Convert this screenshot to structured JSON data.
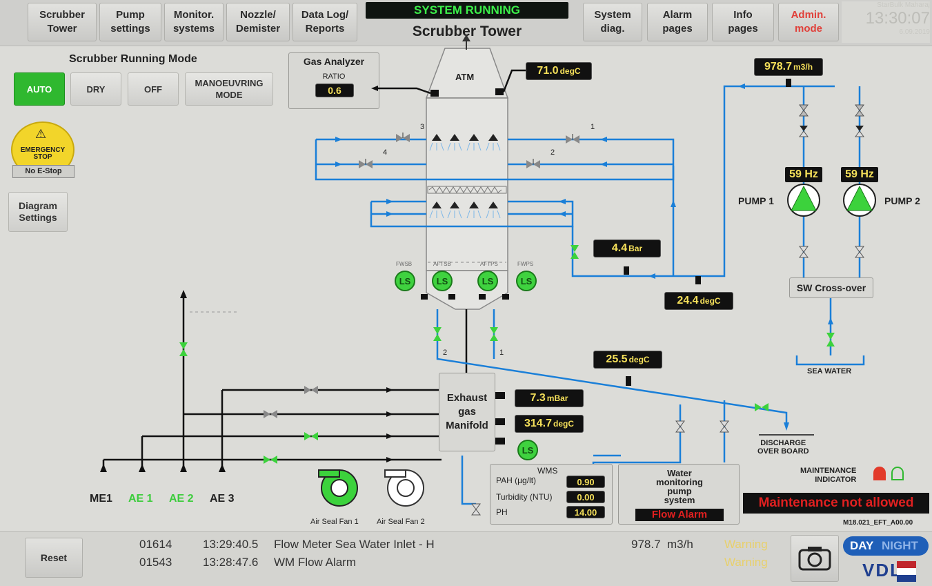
{
  "nav": {
    "left": [
      {
        "label": "Scrubber\nTower"
      },
      {
        "label": "Pump\nsettings"
      },
      {
        "label": "Monitor.\nsystems"
      },
      {
        "label": "Nozzle/\nDemister"
      },
      {
        "label": "Data Log/\nReports"
      }
    ],
    "right": [
      {
        "label": "System\ndiag."
      },
      {
        "label": "Alarm\npages"
      },
      {
        "label": "Info\npages"
      },
      {
        "label": "Admin.\nmode"
      }
    ]
  },
  "header": {
    "status": "SYSTEM RUNNING",
    "title": "Scrubber Tower",
    "vessel": "StarBulk Maharaj",
    "time": "13:30:07",
    "date": "6.09.2019"
  },
  "mode_panel": {
    "title": "Scrubber Running Mode",
    "buttons": [
      "AUTO",
      "DRY",
      "OFF",
      "MANOEUVRING\nMODE"
    ],
    "active_index": 0
  },
  "emergency": {
    "label": "EMERGENCY\nSTOP",
    "status": "No E-Stop"
  },
  "diagram_settings": "Diagram\nSettings",
  "gas_analyzer": {
    "title": "Gas Analyzer",
    "ratio_label": "RATIO",
    "ratio_value": "0.6"
  },
  "tower": {
    "atm_label": "ATM",
    "valve_numbers": [
      "3",
      "4",
      "1",
      "2"
    ]
  },
  "readouts": {
    "atm_temp": {
      "value": "71.0",
      "unit": "degC"
    },
    "flow": {
      "value": "978.7",
      "unit": "m3/h"
    },
    "pressure": {
      "value": "4.4",
      "unit": "Bar"
    },
    "return_temp": {
      "value": "24.4",
      "unit": "degC"
    },
    "discharge_temp": {
      "value": "25.5",
      "unit": "degC"
    },
    "manifold_pressure": {
      "value": "7.3",
      "unit": "mBar"
    },
    "manifold_temp": {
      "value": "314.7",
      "unit": "degC"
    }
  },
  "level_switches": [
    {
      "label": "LS",
      "tag": "FWSB"
    },
    {
      "label": "LS",
      "tag": "AFTSB"
    },
    {
      "label": "LS",
      "tag": "AFTPS"
    },
    {
      "label": "LS",
      "tag": "FWPS"
    }
  ],
  "drain_numbers": [
    "2",
    "1"
  ],
  "pumps": [
    {
      "name": "PUMP 1",
      "freq": "59 Hz"
    },
    {
      "name": "PUMP 2",
      "freq": "59 Hz"
    }
  ],
  "sw_crossover": "SW Cross-over",
  "sea_water": "SEA WATER",
  "discharge": "DISCHARGE\nOVER BOARD",
  "manifold": {
    "label": "Exhaust\ngas\nManifold",
    "ls": "LS"
  },
  "engines": [
    {
      "label": "ME1",
      "color": "#222222"
    },
    {
      "label": "AE 1",
      "color": "#3ccc3c"
    },
    {
      "label": "AE 2",
      "color": "#3ccc3c"
    },
    {
      "label": "AE 3",
      "color": "#222222"
    }
  ],
  "fans": [
    {
      "label": "Air Seal Fan 1",
      "running": true
    },
    {
      "label": "Air Seal Fan 2",
      "running": false
    }
  ],
  "wms": {
    "title": "WMS",
    "rows": [
      {
        "label": "PAH (µg/lt)",
        "value": "0.90"
      },
      {
        "label": "Turbidity (NTU)",
        "value": "0.00"
      },
      {
        "label": "PH",
        "value": "14.00"
      }
    ]
  },
  "water_monitoring": {
    "label": "Water\nmonitoring\npump\nsystem",
    "alarm": "Flow Alarm"
  },
  "maintenance": {
    "indicator_label": "MAINTENANCE\nINDICATOR",
    "status": "Maintenance not allowed",
    "version": "M18.021_EFT_A00.00"
  },
  "alarms": [
    {
      "code": "01614",
      "time": "13:29:40.5",
      "text": "Flow Meter Sea Water Inlet - H",
      "value": "978.7  m3/h",
      "level": "Warning"
    },
    {
      "code": "01543",
      "time": "13:28:47.6",
      "text": "WM Flow Alarm",
      "value": "",
      "level": "Warning"
    }
  ],
  "reset_label": "Reset",
  "day_night": {
    "day": "DAY",
    "night": "NIGHT"
  },
  "brand": "VDL",
  "colors": {
    "pipe_water": "#1a7fd8",
    "pipe_gas": "#111111",
    "run_green": "#3cd23c",
    "readout_bg": "#111111",
    "readout_text": "#f5e05a",
    "alarm_red": "#e02020"
  }
}
